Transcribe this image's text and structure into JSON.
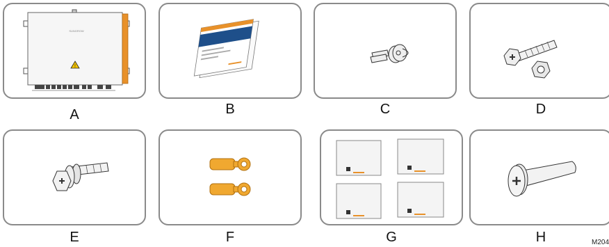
{
  "items": [
    {
      "label": "A",
      "name": "combiner-box"
    },
    {
      "label": "B",
      "name": "documents"
    },
    {
      "label": "C",
      "name": "keys"
    },
    {
      "label": "D",
      "name": "bolt-and-nut"
    },
    {
      "label": "E",
      "name": "bolt-assembly"
    },
    {
      "label": "F",
      "name": "ring-terminals"
    },
    {
      "label": "G",
      "name": "labels"
    },
    {
      "label": "H",
      "name": "screw"
    }
  ],
  "figure_code": "M204",
  "colors": {
    "border": "#8a8a8a",
    "accent": "#e8912a",
    "terminal": "#f0a830"
  }
}
